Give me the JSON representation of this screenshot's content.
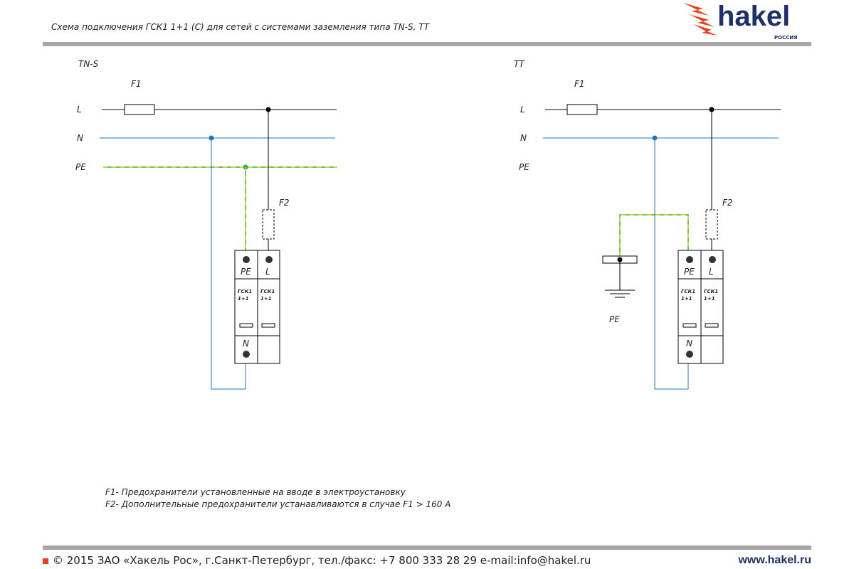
{
  "header": {
    "title": "Схема подключения ГСК1 1+1 (С) для сетей с системами заземления  типа TN-S, TT",
    "logo": "hakel",
    "logo_sub": "РОССИЯ"
  },
  "left": {
    "system": "TN-S",
    "f1": "F1",
    "f2": "F2",
    "l": "L",
    "n": "N",
    "pe": "PE",
    "mod_pe": "PE",
    "mod_l": "L",
    "mod_n": "N",
    "mod_name1": "ГСК1",
    "mod_name2": "1+1"
  },
  "right": {
    "system": "TT",
    "f1": "F1",
    "f2": "F2",
    "l": "L",
    "n": "N",
    "pe": "PE",
    "ground_pe": "PE",
    "mod_pe": "PE",
    "mod_l": "L",
    "mod_n": "N",
    "mod_name1": "ГСК1",
    "mod_name2": "1+1"
  },
  "notes": [
    "F1- Предохранители установленные на вводе в электроустановку",
    "F2- Дополнительные предохранители устанавливаются в случае F1 > 160 А"
  ],
  "footer": {
    "copyright": "© 2015 ЗАО «Хакель Рос», г.Санкт-Петербург, тел./факс: +7 800 333 28 29   e-mail:info@hakel.ru",
    "website": "www.hakel.ru"
  },
  "colors": {
    "n_line": "#1f77c0",
    "pe_line": "#2fb34a",
    "pe_dash": "#e8d21a",
    "accent": "#e8401c",
    "brand": "#1f2f6b"
  }
}
